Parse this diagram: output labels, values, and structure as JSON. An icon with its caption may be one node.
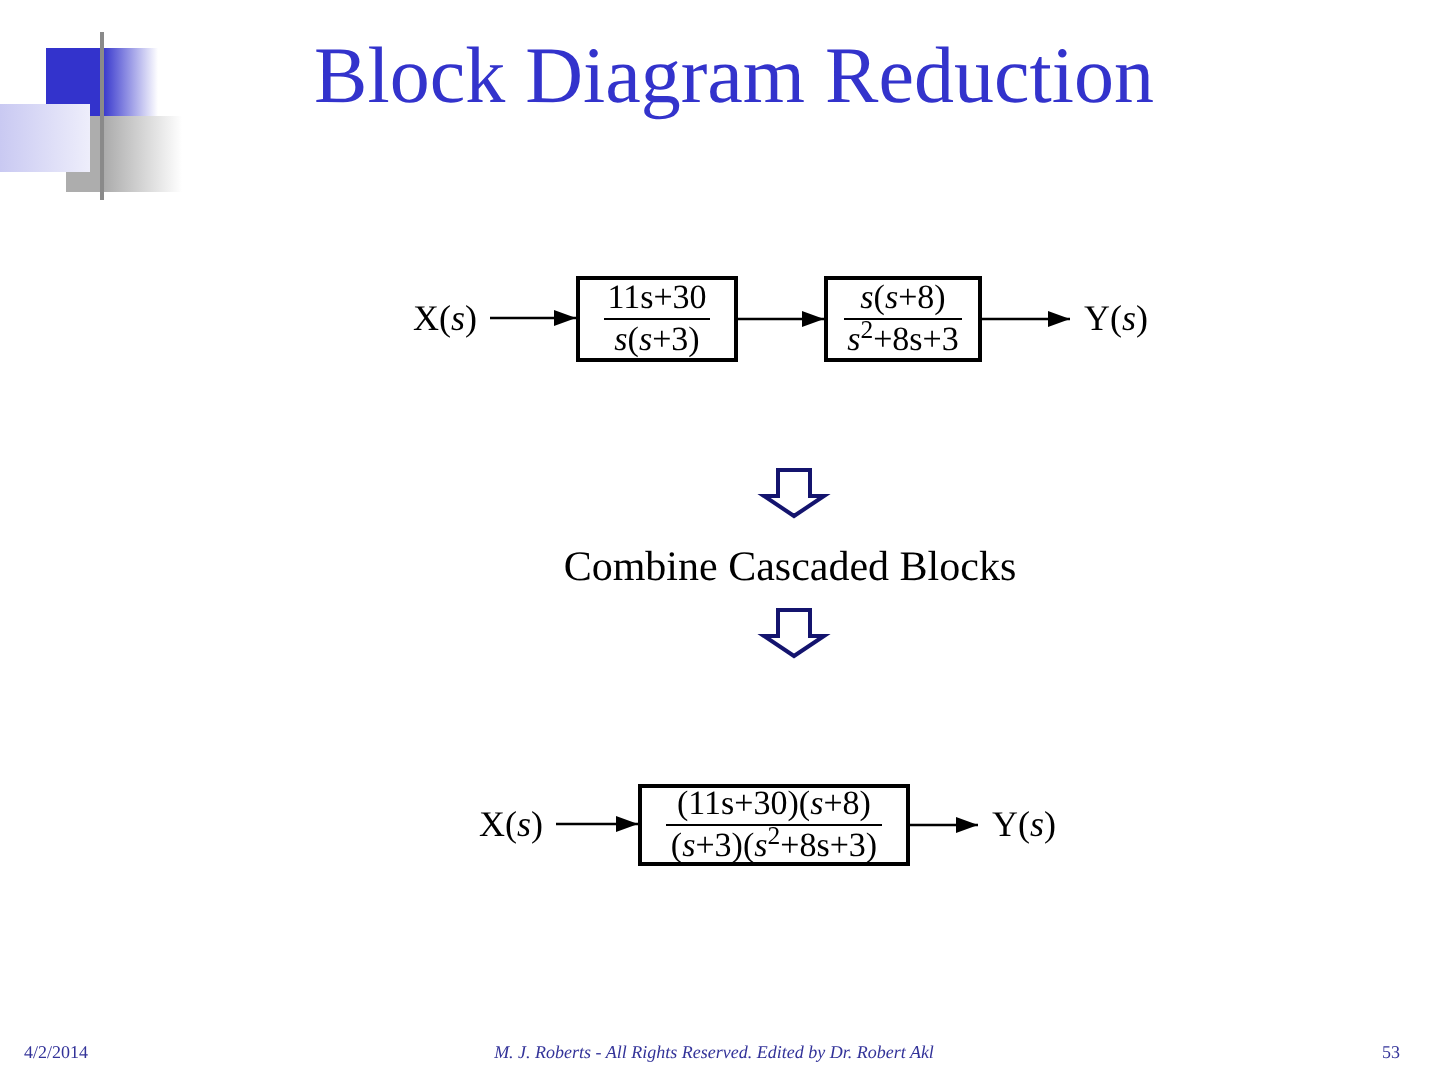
{
  "diagram": {
    "title": "Block Diagram Reduction",
    "nodes": [
      {
        "text": [
          "X(*s*)"
        ]
      },
      {
        "text": [
          "11s+30",
          "*s*(*s*+3)"
        ]
      },
      {
        "text": [
          "*s*(*s*+8)",
          "*s*$^{2}$+8s+3"
        ]
      },
      {
        "text": [
          "Y(*s*)"
        ]
      },
      {
        "text": [
          "X(*s*)"
        ]
      },
      {
        "text": [
          "(11s+30)(*s*+8)",
          "(*s*+3)(*s*$^{2}$+8s+3)"
        ]
      },
      {
        "text": [
          "Y(*s*)"
        ]
      }
    ],
    "edges": [
      {
        "from": 0,
        "to": 1,
        "arrow": "to"
      },
      {
        "from": 1,
        "to": 2,
        "arrow": "to"
      },
      {
        "from": 2,
        "to": 3,
        "arrow": "to"
      },
      {
        "from": 4,
        "to": 5,
        "arrow": "to"
      },
      {
        "from": 5,
        "to": 6,
        "arrow": "to"
      }
    ],
    "labels": [
      "Combine Cascaded Blocks",
      "4/2/2014",
      "M. J. Roberts - All Rights Reserved. Edited by Dr. Robert Akl",
      "53"
    ]
  }
}
